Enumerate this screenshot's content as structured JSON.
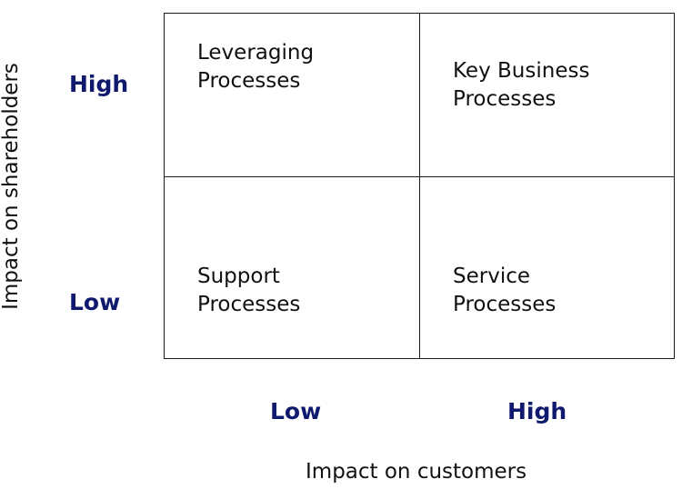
{
  "matrix": {
    "quadrants": {
      "top_left": "Leveraging\nProcesses",
      "top_right": "Key Business\nProcesses",
      "bottom_left": "Support\nProcesses",
      "bottom_right": "Service\nProcesses"
    }
  },
  "y_axis": {
    "title": "Impact on shareholders",
    "high": "High",
    "low": "Low"
  },
  "x_axis": {
    "title": "Impact on customers",
    "low": "Low",
    "high": "High"
  },
  "colors": {
    "level_label": "#0f1a6e",
    "grid_line": "#1a1a1a",
    "text": "#111111"
  }
}
